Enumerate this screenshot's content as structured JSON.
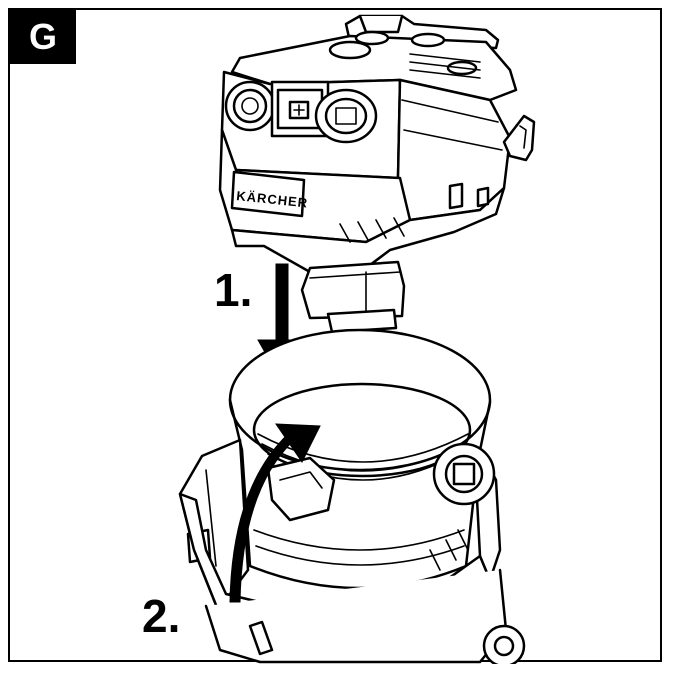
{
  "figure": {
    "badge_letter": "G"
  },
  "steps": [
    {
      "label": "1."
    },
    {
      "label": "2."
    }
  ],
  "device": {
    "brand_logo": "KÄRCHER"
  },
  "colors": {
    "ink": "#000000",
    "paper": "#ffffff"
  }
}
